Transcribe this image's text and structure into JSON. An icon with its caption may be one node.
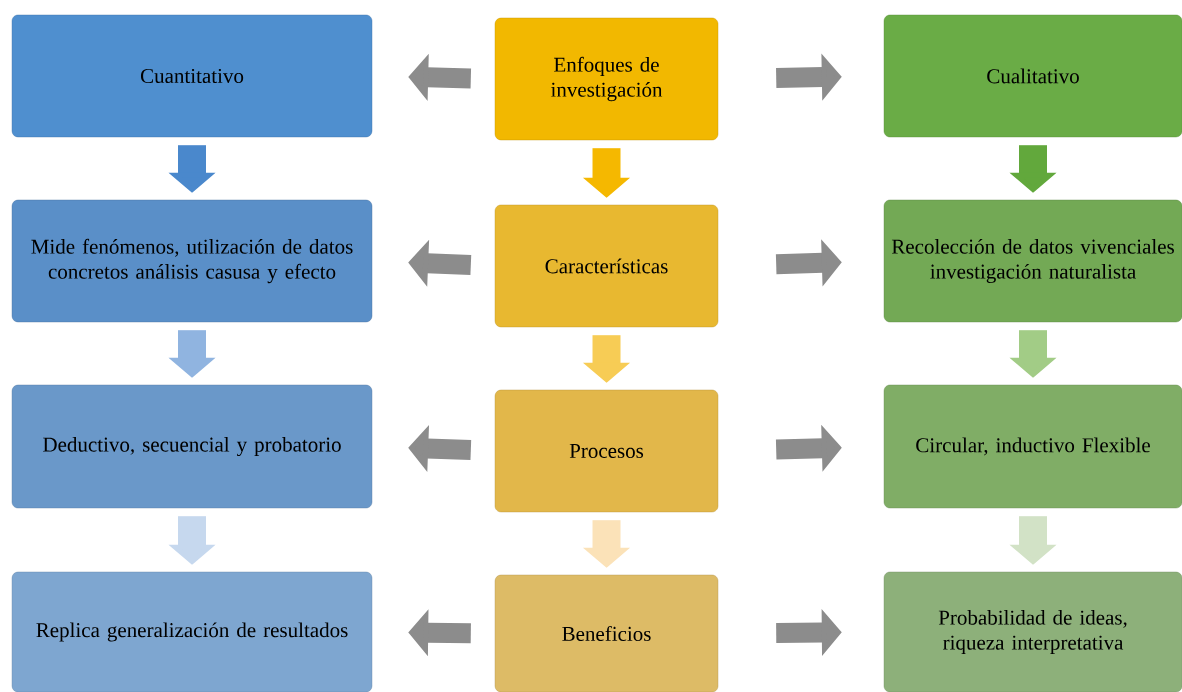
{
  "diagram": {
    "nodes": [
      {
        "text": [
          "Cuantitativo"
        ]
      },
      {
        "text": [
          "Enfoques de investigación"
        ]
      },
      {
        "text": [
          "Cualitativo"
        ]
      },
      {
        "text": [
          "Mide fenómenos, utilización de datos concretos análisis casusa y efecto"
        ]
      },
      {
        "text": [
          "Características"
        ]
      },
      {
        "text": [
          "Recolección de datos vivenciales investigación naturalista"
        ]
      },
      {
        "text": [
          "Deductivo, secuencial y probatorio"
        ]
      },
      {
        "text": [
          "Procesos"
        ]
      },
      {
        "text": [
          "Circular, inductivo Flexible"
        ]
      },
      {
        "text": [
          "Replica generalización de resultados"
        ]
      },
      {
        "text": [
          "Beneficios"
        ]
      },
      {
        "text": [
          "Probabilidad de ideas, riqueza interpretativa"
        ]
      }
    ],
    "edges": [
      {
        "from": 1,
        "to": 0,
        "arrow": "to",
        "color": "#8c8c8c"
      },
      {
        "from": 1,
        "to": 2,
        "arrow": "to",
        "color": "#8c8c8c"
      },
      {
        "from": 4,
        "to": 3,
        "arrow": "to",
        "color": "#8c8c8c"
      },
      {
        "from": 4,
        "to": 5,
        "arrow": "to",
        "color": "#8c8c8c"
      },
      {
        "from": 7,
        "to": 6,
        "arrow": "to",
        "color": "#8c8c8c"
      },
      {
        "from": 7,
        "to": 8,
        "arrow": "to",
        "color": "#8c8c8c"
      },
      {
        "from": 10,
        "to": 9,
        "arrow": "to",
        "color": "#8c8c8c"
      },
      {
        "from": 10,
        "to": 11,
        "arrow": "to",
        "color": "#8c8c8c"
      },
      {
        "from": 0,
        "to": 3,
        "arrow": "to",
        "color": "#4a88cc"
      },
      {
        "from": 3,
        "to": 6,
        "arrow": "to",
        "color": "#90b4e0"
      },
      {
        "from": 6,
        "to": 9,
        "arrow": "to",
        "color": "#c6d8ee"
      },
      {
        "from": 1,
        "to": 4,
        "arrow": "to",
        "color": "#f5b800"
      },
      {
        "from": 4,
        "to": 7,
        "arrow": "to",
        "color": "#f7cc55"
      },
      {
        "from": 7,
        "to": 10,
        "arrow": "to",
        "color": "#fbe2b8"
      },
      {
        "from": 2,
        "to": 5,
        "arrow": "to",
        "color": "#62a83c"
      },
      {
        "from": 5,
        "to": 8,
        "arrow": "to",
        "color": "#a2cc86"
      },
      {
        "from": 8,
        "to": 11,
        "arrow": "to",
        "color": "#d2e2c6"
      }
    ]
  }
}
